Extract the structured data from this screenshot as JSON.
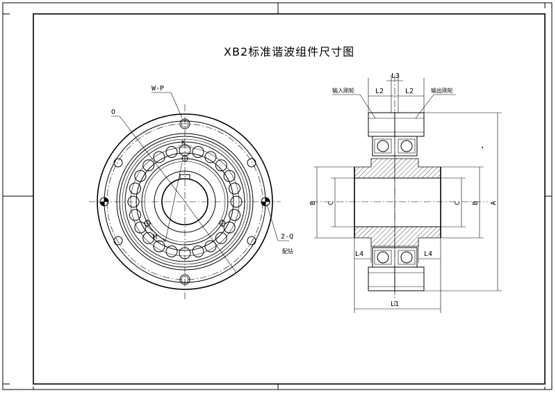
{
  "title": "XB2标准谐波组件尺寸图",
  "front_view": {
    "labels": {
      "wp": "W-P",
      "o": "O",
      "k": "K",
      "m": "M",
      "q": "2-Q",
      "match_drill": "配钻"
    }
  },
  "side_view": {
    "labels": {
      "l3": "L3",
      "l2_left": "L2",
      "l2_right": "L2",
      "input_gear": "输入刚轮",
      "output_gear": "输出刚轮",
      "b_left": "B",
      "c_left": "C",
      "c_right": "C",
      "b_right": "B",
      "a": "A",
      "l4_left": "L4",
      "l4_right": "L4",
      "l1": "L1"
    }
  }
}
